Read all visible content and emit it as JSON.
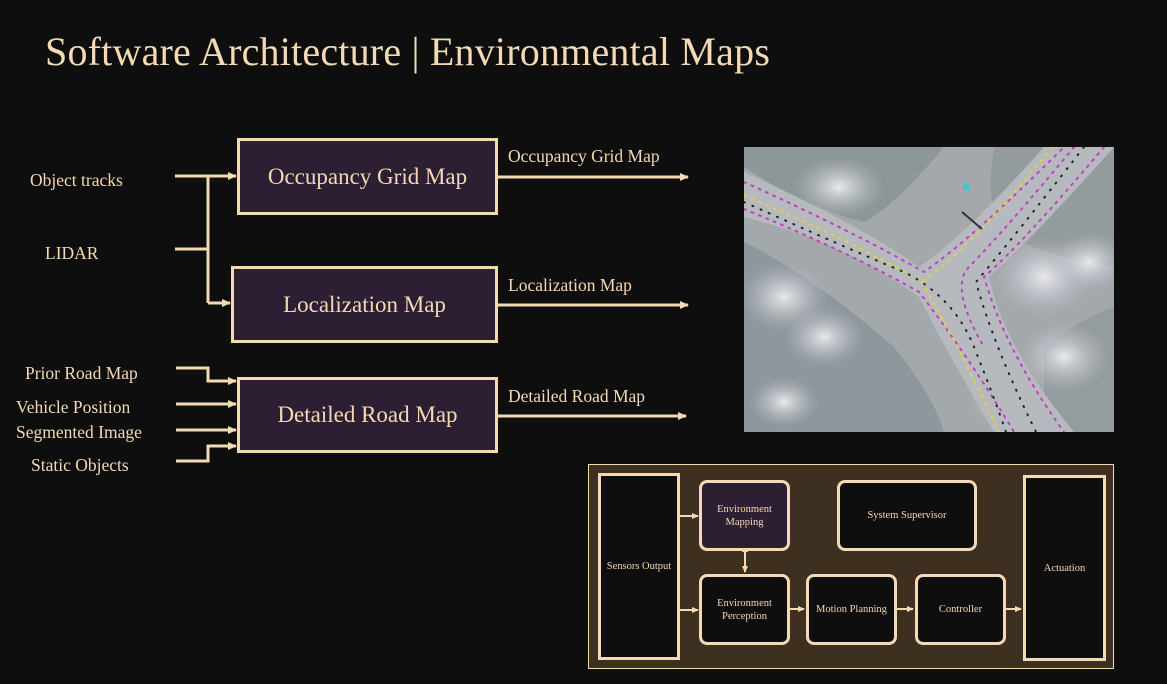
{
  "slide": {
    "title": "Software Architecture | Environmental Maps"
  },
  "inputs": {
    "object_tracks": "Object tracks",
    "lidar": "LIDAR",
    "prior_road_map": "Prior Road Map",
    "vehicle_position": "Vehicle Position",
    "segmented_image": "Segmented Image",
    "static_objects": "Static Objects"
  },
  "maps": {
    "occupancy_grid": "Occupancy Grid Map",
    "localization": "Localization Map",
    "detailed_road": "Detailed Road Map"
  },
  "outputs": {
    "occupancy_grid": "Occupancy Grid Map",
    "localization": "Localization Map",
    "detailed_road": "Detailed Road Map"
  },
  "architecture": {
    "sensors_output": "Sensors Output",
    "environment_mapping": "Environment Mapping",
    "environment_perception": "Environment Perception",
    "motion_planning": "Motion Planning",
    "controller": "Controller",
    "system_supervisor": "System Supervisor",
    "actuation": "Actuation"
  },
  "colors": {
    "background": "#0e0e0e",
    "accent": "#f3d9b4",
    "box_fill": "#2c1f33",
    "panel_fill": "#3d3020",
    "lane_yellow": "#e3d23a",
    "lane_magenta": "#c03fc0"
  }
}
